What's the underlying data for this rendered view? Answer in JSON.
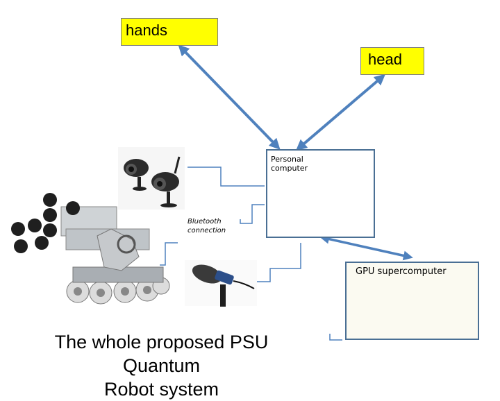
{
  "labels": {
    "hands": "hands",
    "head": "head",
    "personal_computer": "Personal\ncomputer",
    "bluetooth": "Bluetooth\nconnection",
    "gpu": "GPU supercomputer"
  },
  "caption": {
    "line1": "The whole proposed PSU Quantum",
    "line2": "Robot system"
  },
  "colors": {
    "arrow": "#4f81bd",
    "label_fill": "#ffff00",
    "frame_border": "#4a6f94",
    "connector": "#4f81bd"
  },
  "icons": [
    "webcam-icon",
    "robot-icon",
    "microphone-icon",
    "laptop-icon",
    "power-supply-icon"
  ]
}
